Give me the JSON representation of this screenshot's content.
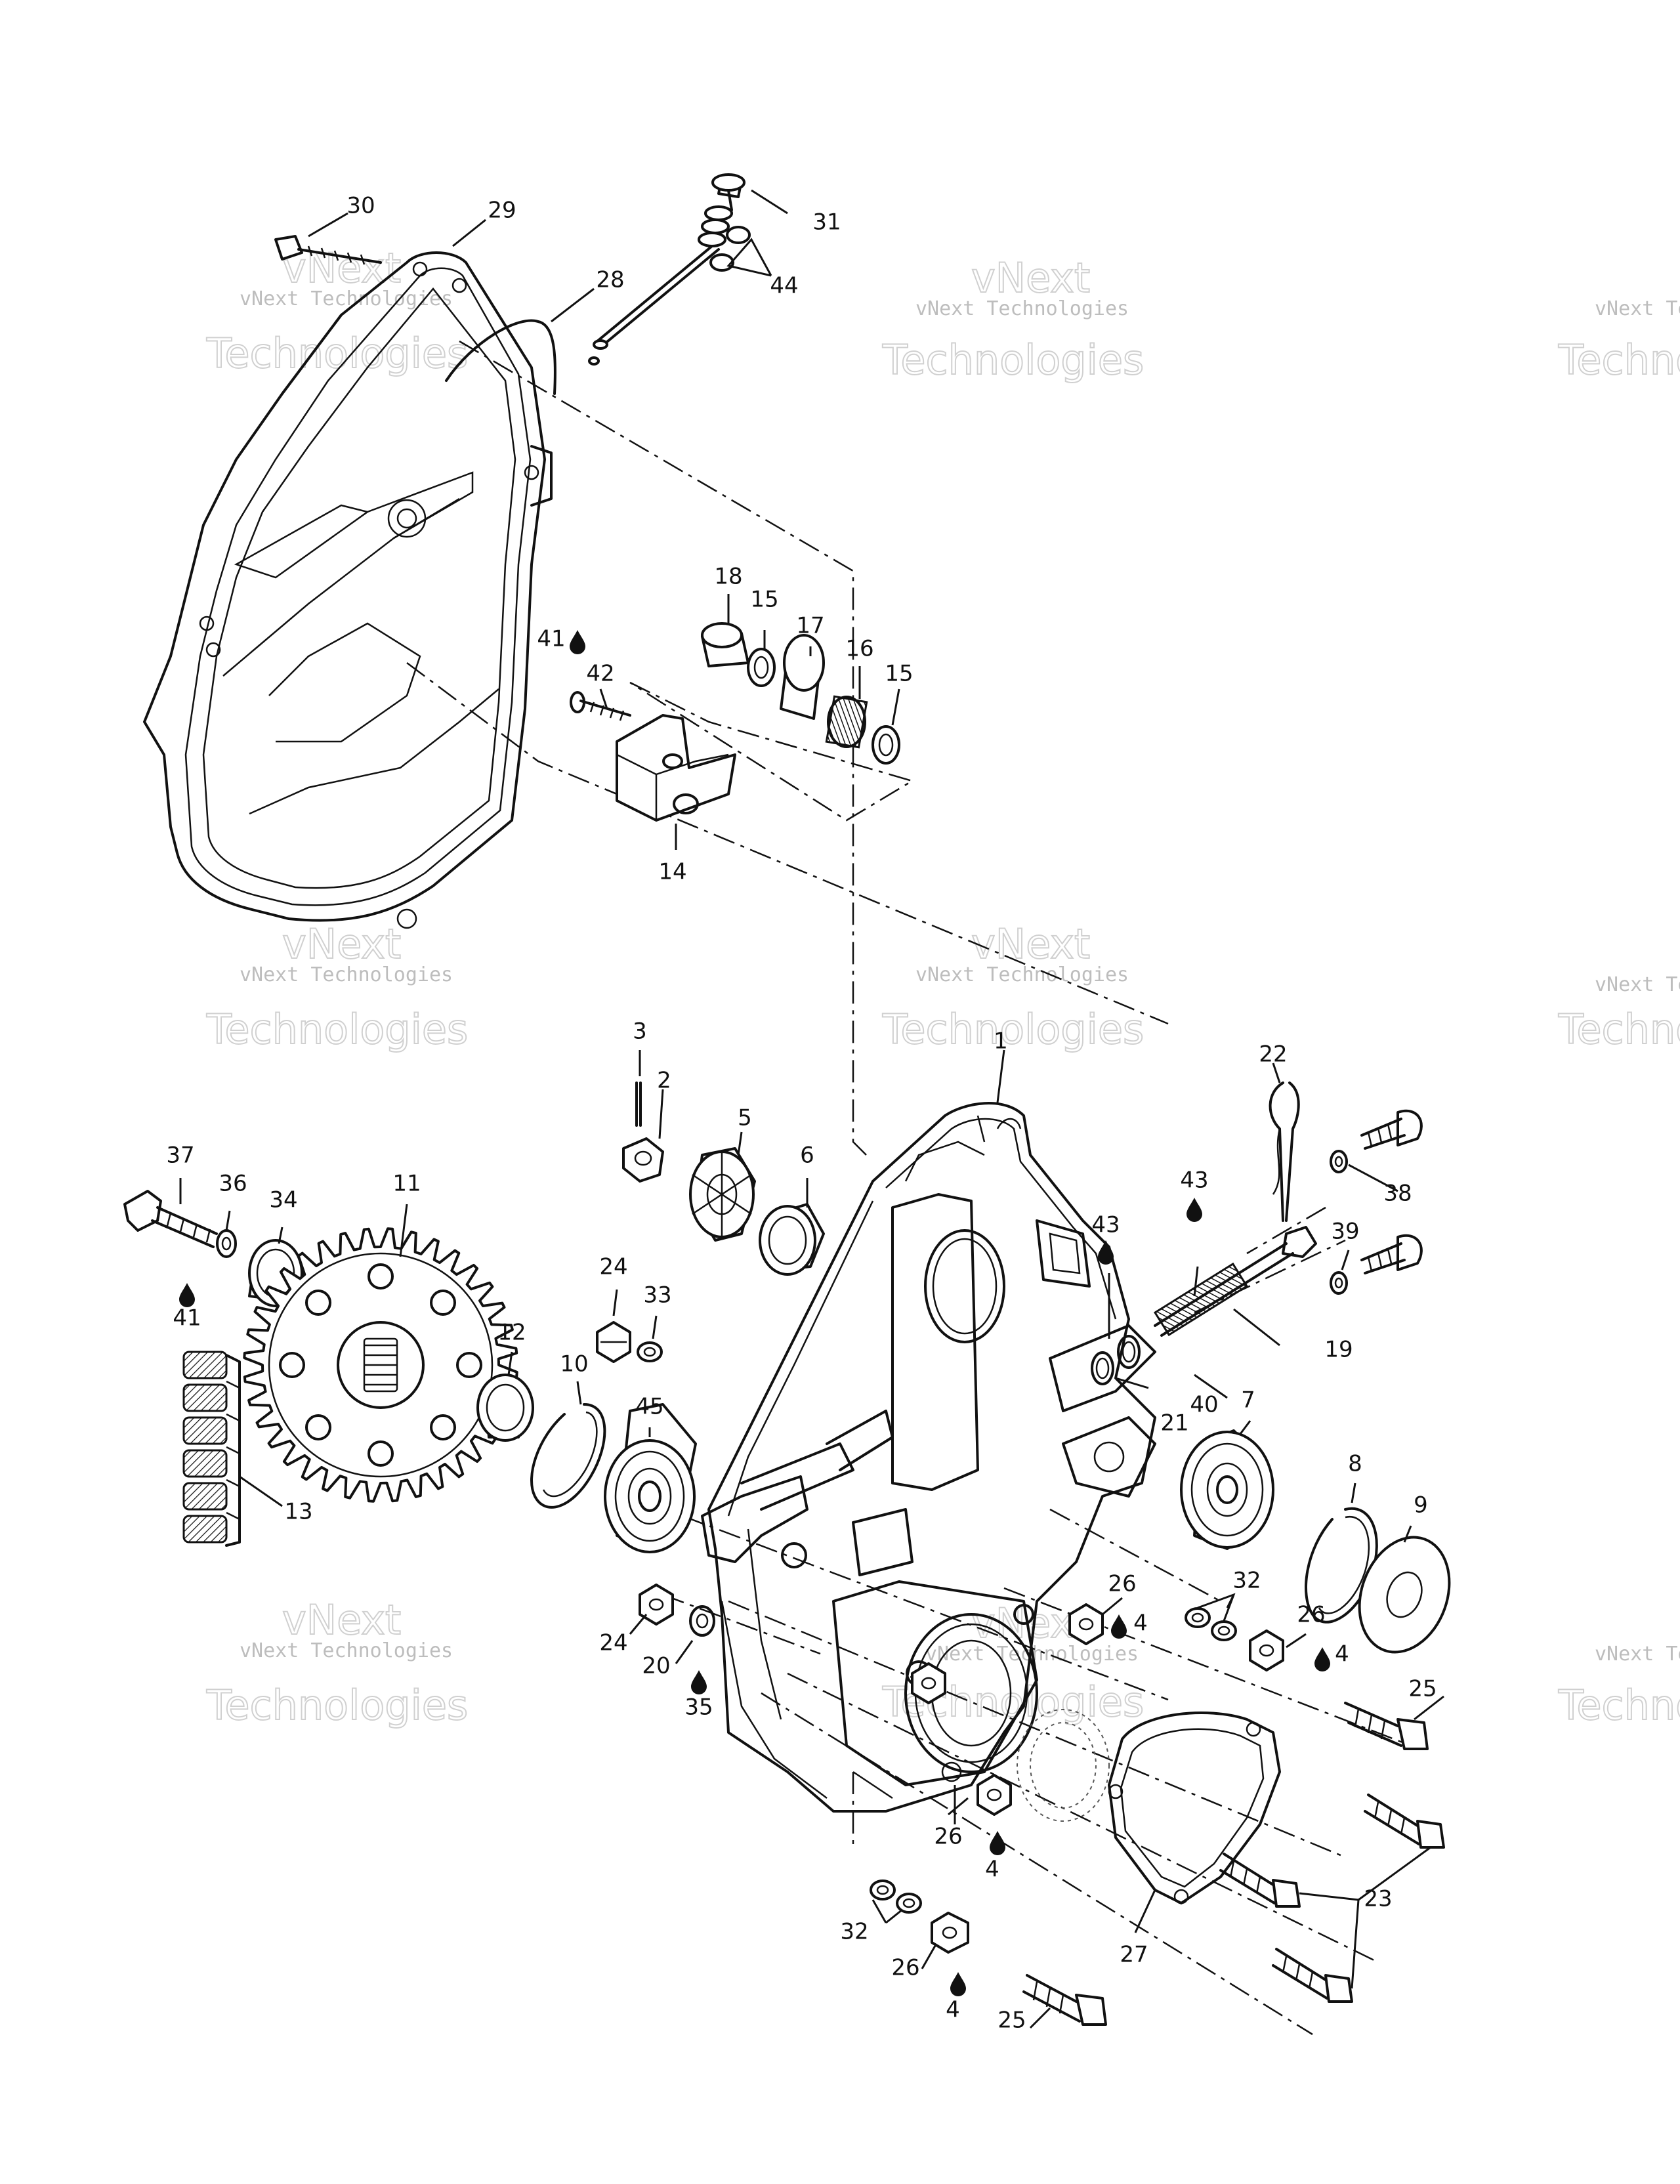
{
  "watermark": {
    "line1": "vNext",
    "line2": "vNext Technologies",
    "line3": "Technologies",
    "edge_line2": "vNext Te",
    "edge_line3": "Techno"
  },
  "callouts": {
    "c1": "1",
    "c2": "2",
    "c3": "3",
    "c4a": "4",
    "c4b": "4",
    "c4c": "4",
    "c4d": "4",
    "c5": "5",
    "c6": "6",
    "c7": "7",
    "c8": "8",
    "c9": "9",
    "c10": "10",
    "c11": "11",
    "c12": "12",
    "c13": "13",
    "c14": "14",
    "c15a": "15",
    "c15b": "15",
    "c16": "16",
    "c17": "17",
    "c18": "18",
    "c19": "19",
    "c20": "20",
    "c21": "21",
    "c22": "22",
    "c23": "23",
    "c24a": "24",
    "c24b": "24",
    "c25a": "25",
    "c25b": "25",
    "c26a": "26",
    "c26b": "26",
    "c26c": "26",
    "c26d": "26",
    "c27": "27",
    "c28": "28",
    "c29": "29",
    "c30": "30",
    "c31": "31",
    "c32a": "32",
    "c32b": "32",
    "c33": "33",
    "c34": "34",
    "c35": "35",
    "c36": "36",
    "c37": "37",
    "c38": "38",
    "c39": "39",
    "c40": "40",
    "c41a": "41",
    "c41b": "41",
    "c42": "42",
    "c43a": "43",
    "c43b": "43",
    "c44": "44",
    "c45": "45"
  }
}
